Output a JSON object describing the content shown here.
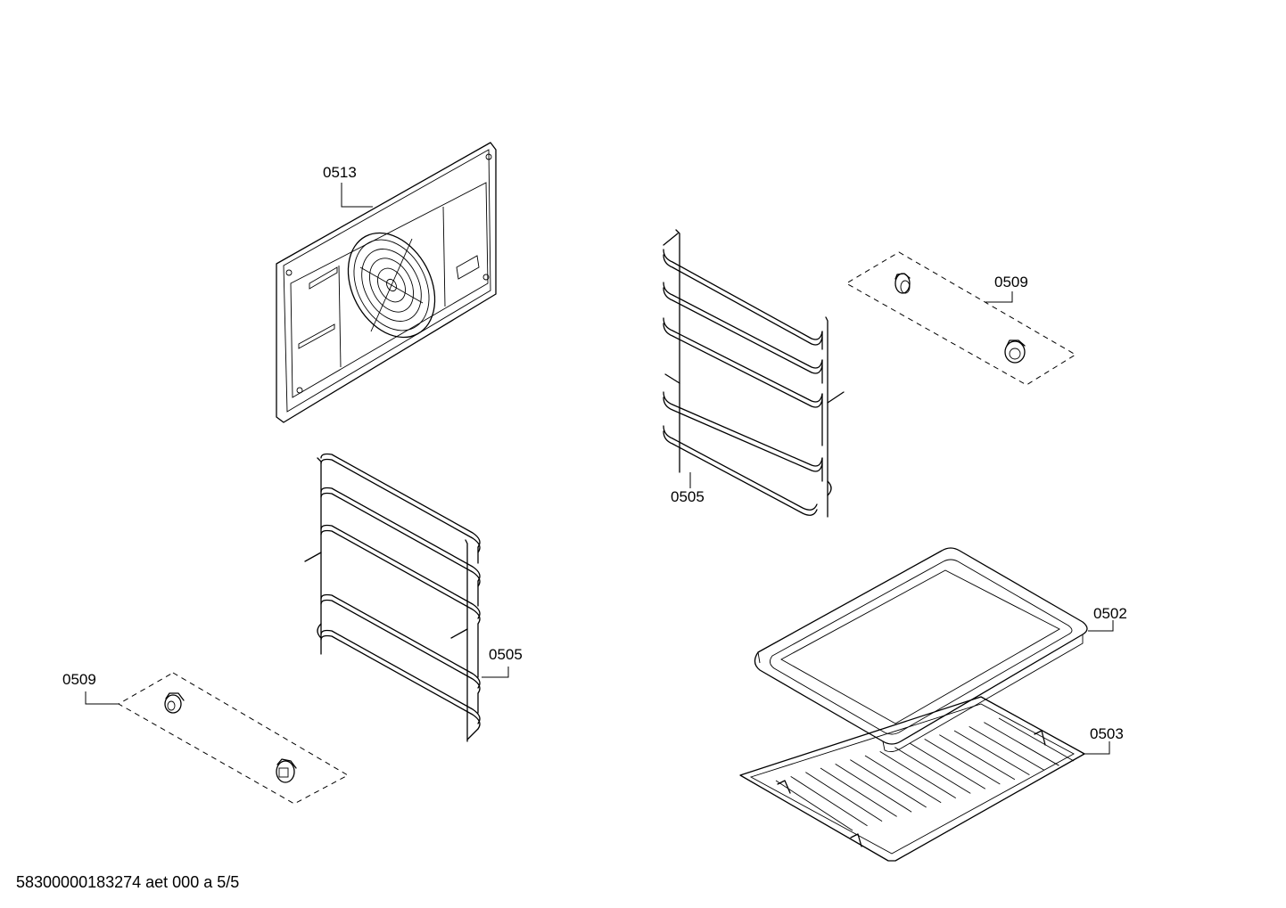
{
  "parts": [
    {
      "id": "back-panel",
      "label": "0513"
    },
    {
      "id": "right-rack",
      "label": "0509"
    },
    {
      "id": "right-rail",
      "label": "0505"
    },
    {
      "id": "left-rail",
      "label": "0505"
    },
    {
      "id": "baking-tray",
      "label": "0502"
    },
    {
      "id": "wire-shelf",
      "label": "0503"
    },
    {
      "id": "left-hooks",
      "label": "0509"
    }
  ],
  "footer": {
    "text": "58300000183274 aet 000 a 5/5"
  }
}
